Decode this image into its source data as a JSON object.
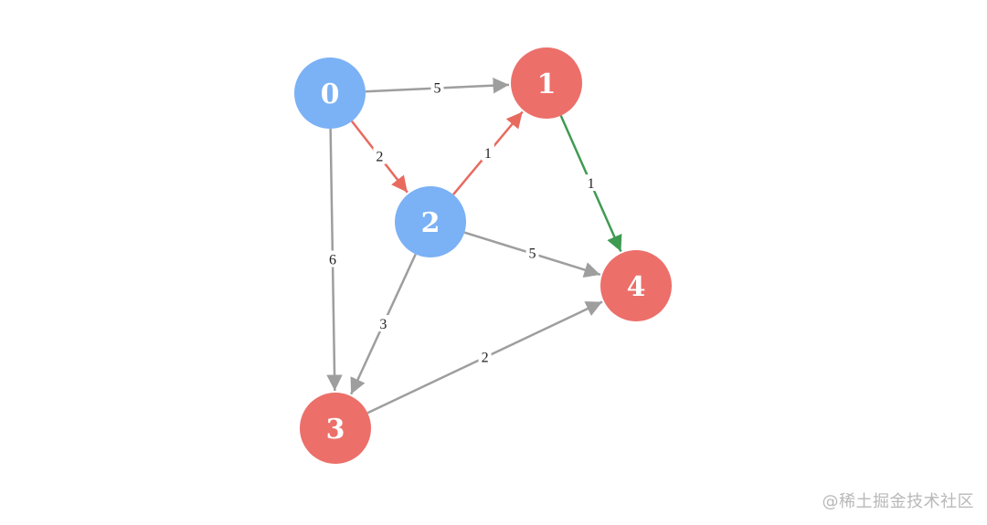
{
  "colors": {
    "visited_node": "#7bb1f5",
    "unvisited_node": "#ec6f6a",
    "edge_default": "#9e9e9e",
    "edge_highlight_red": "#e86a5f",
    "edge_highlight_green": "#3f9a52",
    "node_text": "#ffffff"
  },
  "nodes": [
    {
      "id": "0",
      "label": "0",
      "state": "visited"
    },
    {
      "id": "1",
      "label": "1",
      "state": "unvisited"
    },
    {
      "id": "2",
      "label": "2",
      "state": "visited"
    },
    {
      "id": "3",
      "label": "3",
      "state": "unvisited"
    },
    {
      "id": "4",
      "label": "4",
      "state": "unvisited"
    }
  ],
  "edges": [
    {
      "from": "0",
      "to": "1",
      "weight": "5",
      "color": "edge_default"
    },
    {
      "from": "0",
      "to": "2",
      "weight": "2",
      "color": "edge_highlight_red"
    },
    {
      "from": "0",
      "to": "3",
      "weight": "6",
      "color": "edge_default"
    },
    {
      "from": "2",
      "to": "1",
      "weight": "1",
      "color": "edge_highlight_red"
    },
    {
      "from": "1",
      "to": "4",
      "weight": "1",
      "color": "edge_highlight_green"
    },
    {
      "from": "2",
      "to": "4",
      "weight": "5",
      "color": "edge_default"
    },
    {
      "from": "2",
      "to": "3",
      "weight": "3",
      "color": "edge_default"
    },
    {
      "from": "3",
      "to": "4",
      "weight": "2",
      "color": "edge_default"
    }
  ],
  "watermark": "@稀土掘金技术社区"
}
